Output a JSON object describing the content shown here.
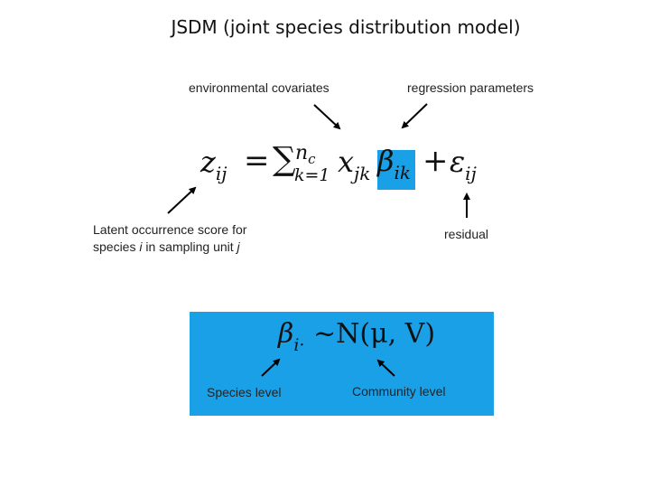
{
  "title": "JSDM (joint species distribution model)",
  "labels": {
    "env_cov": "environmental covariates",
    "reg_params": "regression parameters",
    "latent_line1": "Latent occurrence score for",
    "latent_line2_a": "species ",
    "latent_line2_i": "i",
    "latent_line2_b": " in sampling unit ",
    "latent_line2_j": "j",
    "residual": "residual",
    "species_level": "Species level",
    "community_level": "Community level"
  },
  "equation1": {
    "z": "z",
    "z_sub": "ij",
    "equals": "=",
    "sigma": "∑",
    "sigma_sup": "n",
    "sigma_sup_sub": "c",
    "sigma_sub": "k=1",
    "x": "x",
    "x_sub": "jk",
    "beta": "β",
    "beta_sub": "ik",
    "plus": "+",
    "eps": "ε",
    "eps_sub": "ij"
  },
  "equation2": {
    "beta": "β",
    "beta_sub": "i·",
    "rest": "~N(μ, V)"
  },
  "colors": {
    "highlight": "#1aa0e6"
  }
}
